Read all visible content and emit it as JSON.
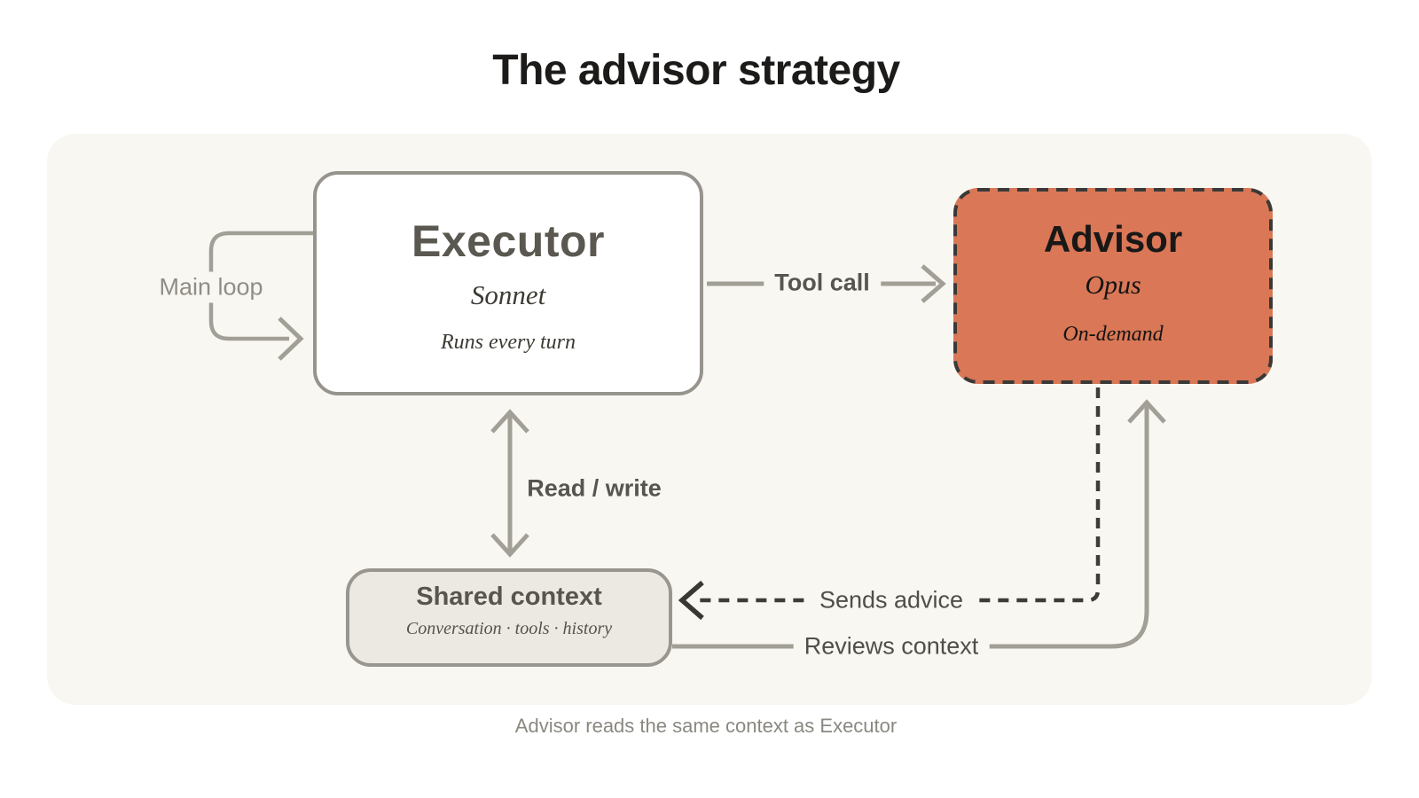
{
  "title": "The advisor strategy",
  "caption": "Advisor reads the same context as Executor",
  "nodes": {
    "executor": {
      "title": "Executor",
      "model": "Sonnet",
      "note": "Runs every turn"
    },
    "advisor": {
      "title": "Advisor",
      "model": "Opus",
      "note": "On-demand"
    },
    "shared_context": {
      "title": "Shared context",
      "subtitle": "Conversation · tools · history"
    }
  },
  "edges": {
    "main_loop": {
      "label": "Main loop"
    },
    "tool_call": {
      "label": "Tool call"
    },
    "read_write": {
      "label": "Read / write"
    },
    "sends_advice": {
      "label": "Sends advice"
    },
    "reviews_context": {
      "label": "Reviews context"
    }
  },
  "colors": {
    "page_bg": "#ffffff",
    "panel_bg": "#f9f7f2",
    "advisor_fill": "#d97757",
    "advisor_border": "#3a3938",
    "node_border": "#96948c",
    "shared_fill": "#ece9e2",
    "arrow_gray": "#a29f97",
    "arrow_dark_dashed": "#3f3c38",
    "label_dark": "#57554f",
    "label_muted": "#8f8d85",
    "title_text": "#1c1b19",
    "caption_text": "#8a8880"
  }
}
